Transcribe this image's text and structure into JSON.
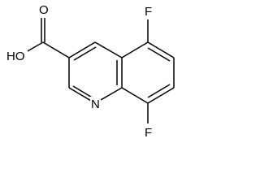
{
  "structure": {
    "kind": "skeletal-formula",
    "atom_labels": {
      "hydroxyl": "HO",
      "carbonyl_oxygen": "O",
      "ring_nitrogen": "N",
      "fluorine_top": "F",
      "fluorine_bottom": "F"
    },
    "colors": {
      "ink": "#000000",
      "background": "#ffffff"
    }
  }
}
